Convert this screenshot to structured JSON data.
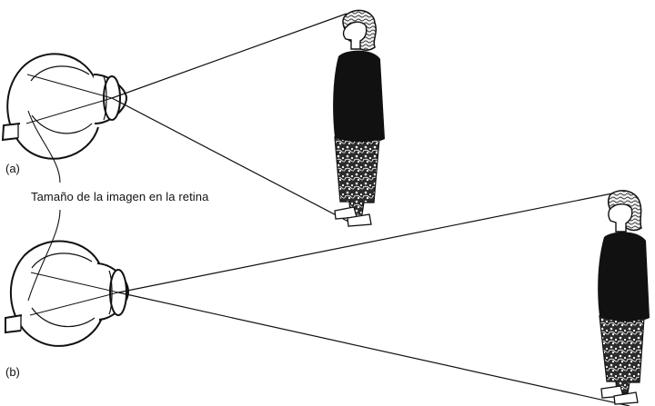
{
  "diagram": {
    "panel_a_label": "(a)",
    "panel_b_label": "(b)",
    "retina_label": "Tamaño de la imagen en la retina"
  },
  "colors": {
    "ink": "#111111",
    "background": "#ffffff"
  }
}
